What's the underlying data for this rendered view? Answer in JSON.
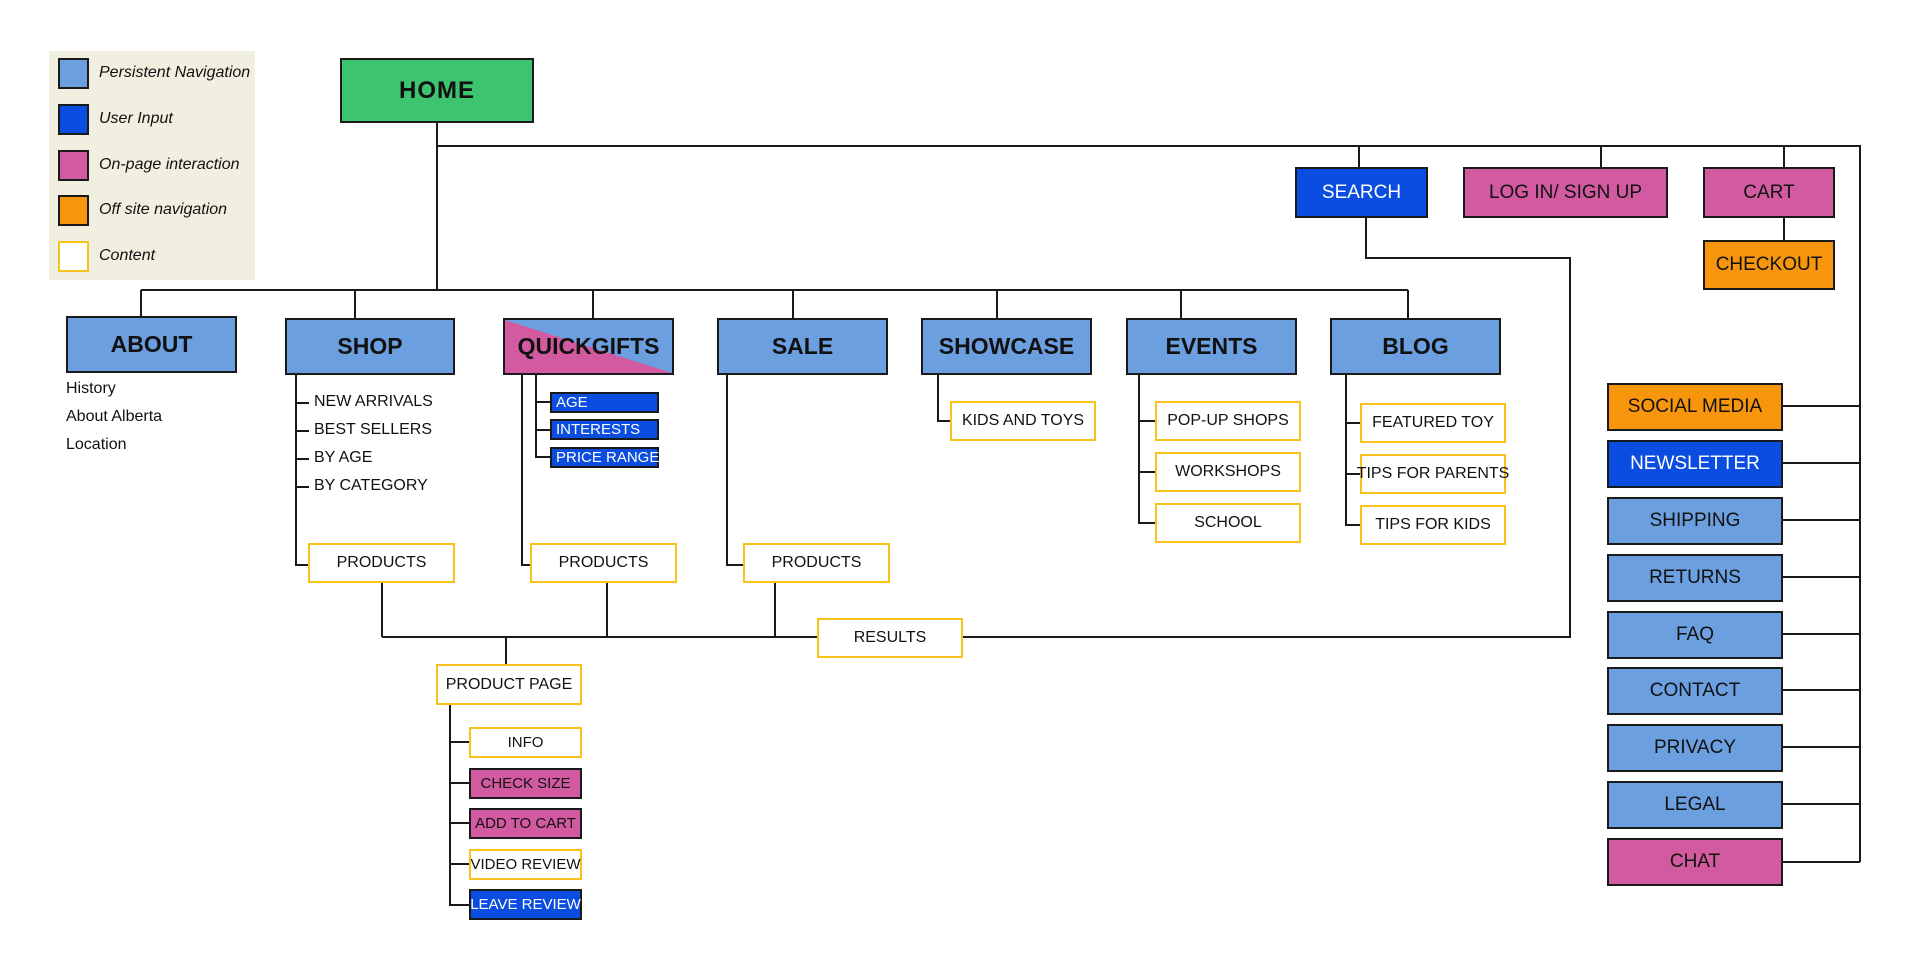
{
  "legend": [
    {
      "label": "Persistent Navigation",
      "color": "#6b9fe0"
    },
    {
      "label": "User Input",
      "color": "#0b4de0"
    },
    {
      "label": "On-page interaction",
      "color": "#d25aa0"
    },
    {
      "label": "Off site navigation",
      "color": "#f7960d"
    },
    {
      "label": "Content",
      "color": "#ffffff"
    }
  ],
  "home": "HOME",
  "utility": {
    "search": "SEARCH",
    "login": "LOG IN/ SIGN UP",
    "cart": "CART",
    "checkout": "CHECKOUT"
  },
  "main_nav": {
    "about": "ABOUT",
    "shop": "SHOP",
    "quickgifts": "QUICKGIFTS",
    "sale": "SALE",
    "showcase": "SHOWCASE",
    "events": "EVENTS",
    "blog": "BLOG"
  },
  "about_items": [
    "History",
    "About Alberta",
    "Location"
  ],
  "shop_items": [
    "NEW ARRIVALS",
    "BEST SELLERS",
    "BY AGE",
    "BY CATEGORY"
  ],
  "quickgifts_items": [
    "AGE",
    "INTERESTS",
    "PRICE RANGE"
  ],
  "showcase_items": [
    "KIDS AND TOYS"
  ],
  "events_items": [
    "POP-UP SHOPS",
    "WORKSHOPS",
    "SCHOOL"
  ],
  "blog_items": [
    "FEATURED TOY",
    "TIPS FOR PARENTS",
    "TIPS FOR KIDS"
  ],
  "products": "PRODUCTS",
  "results": "RESULTS",
  "product_page": "PRODUCT PAGE",
  "product_page_items": [
    "INFO",
    "CHECK SIZE",
    "ADD TO CART",
    "VIDEO REVIEW",
    "LEAVE REVIEW"
  ],
  "footer_nav": [
    "SOCIAL MEDIA",
    "NEWSLETTER",
    "SHIPPING",
    "RETURNS",
    "FAQ",
    "CONTACT",
    "PRIVACY",
    "LEGAL",
    "CHAT"
  ]
}
